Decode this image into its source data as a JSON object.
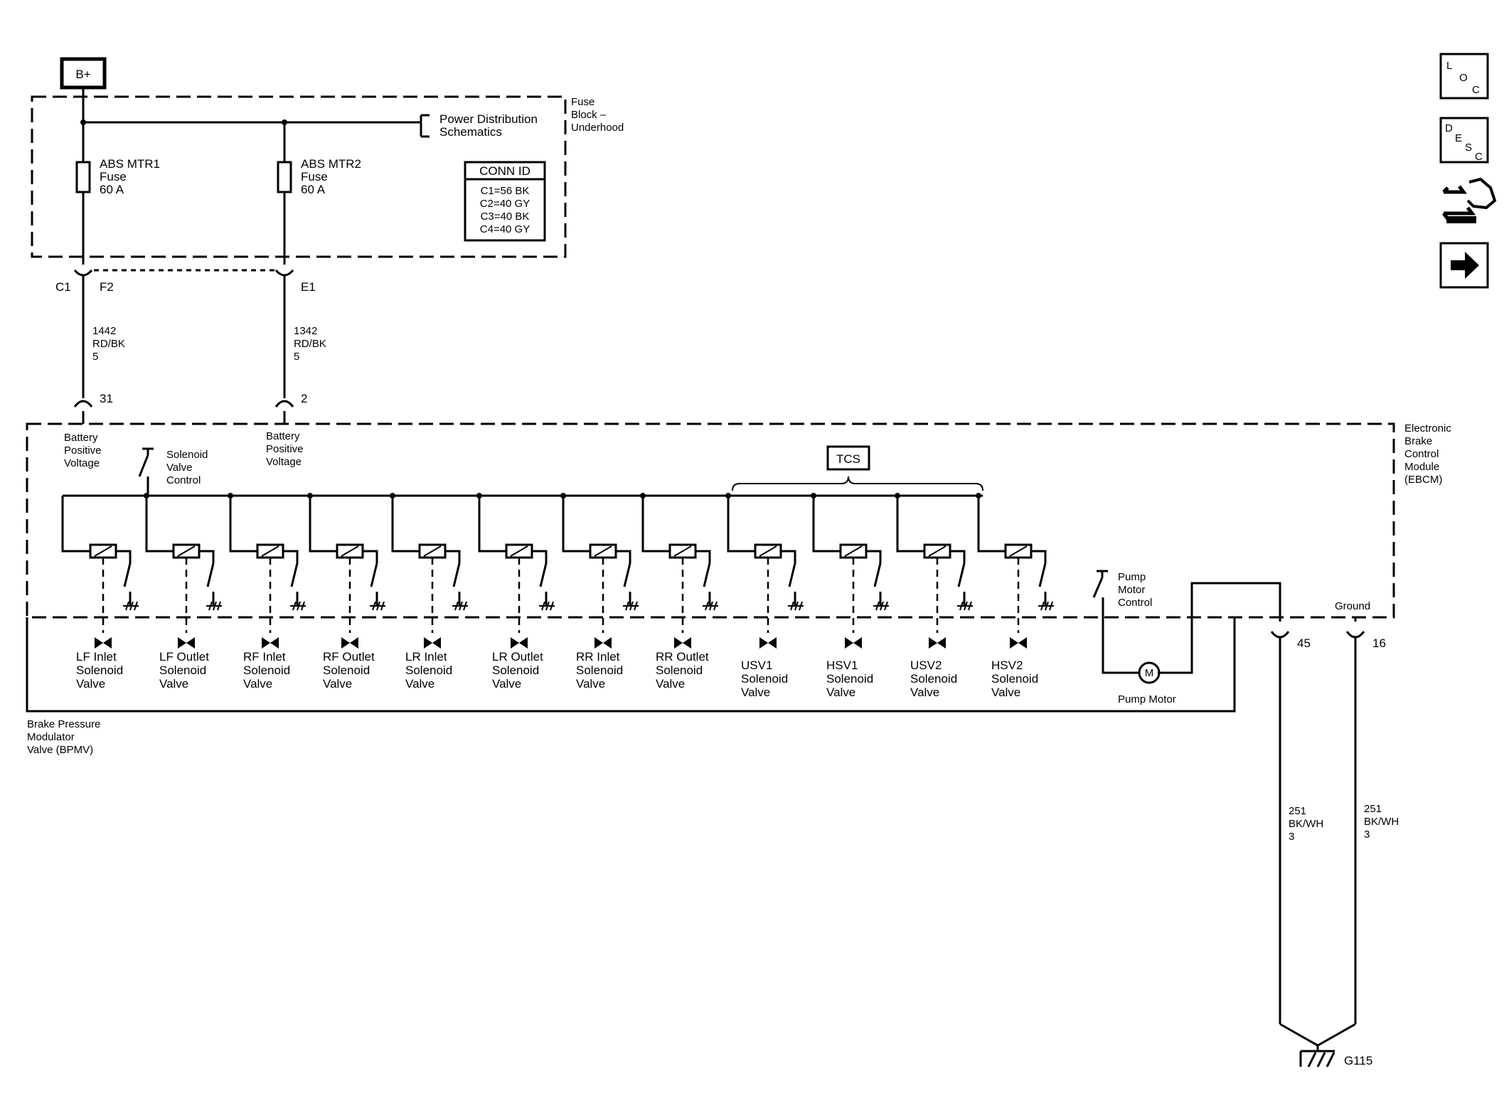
{
  "battery": {
    "label": "B+"
  },
  "fuse_block": {
    "label_lines": [
      "Fuse",
      "Block –",
      "Underhood"
    ],
    "reference_lines": [
      "Power Distribution",
      "Schematics"
    ],
    "fuses": [
      {
        "lines": [
          "ABS MTR1",
          "Fuse",
          "60 A"
        ]
      },
      {
        "lines": [
          "ABS MTR2",
          "Fuse",
          "60 A"
        ]
      }
    ],
    "conn_id": {
      "title": "CONN ID",
      "rows": [
        "C1=56 BK",
        "C2=40 GY",
        "C3=40 BK",
        "C4=40 GY"
      ]
    },
    "connectors": {
      "c1": "C1",
      "f2": "F2",
      "e1": "E1"
    }
  },
  "wires": {
    "w1": [
      "1442",
      "RD/BK",
      "5"
    ],
    "w2": [
      "1342",
      "RD/BK",
      "5"
    ],
    "w3": [
      "251",
      "BK/WH",
      "3"
    ],
    "w4": [
      "251",
      "BK/WH",
      "3"
    ]
  },
  "ebcm": {
    "label_lines": [
      "Electronic",
      "Brake",
      "Control",
      "Module",
      "(EBCM)"
    ],
    "pin_31": "31",
    "pin_2": "2",
    "pin_45": "45",
    "pin_16": "16",
    "batt1_lines": [
      "Battery",
      "Positive",
      "Voltage"
    ],
    "batt2_lines": [
      "Battery",
      "Positive",
      "Voltage"
    ],
    "solenoid_control_lines": [
      "Solenoid",
      "Valve",
      "Control"
    ],
    "tcs": "TCS",
    "pump_control_lines": [
      "Pump",
      "Motor",
      "Control"
    ],
    "ground": "Ground"
  },
  "bpmv": {
    "label_lines": [
      "Brake Pressure",
      "Modulator",
      "Valve (BPMV)"
    ],
    "valves": [
      {
        "lines": [
          "LF Inlet",
          "Solenoid",
          "Valve"
        ]
      },
      {
        "lines": [
          "LF Outlet",
          "Solenoid",
          "Valve"
        ]
      },
      {
        "lines": [
          "RF Inlet",
          "Solenoid",
          "Valve"
        ]
      },
      {
        "lines": [
          "RF Outlet",
          "Solenoid",
          "Valve"
        ]
      },
      {
        "lines": [
          "LR Inlet",
          "Solenoid",
          "Valve"
        ]
      },
      {
        "lines": [
          "LR Outlet",
          "Solenoid",
          "Valve"
        ]
      },
      {
        "lines": [
          "RR Inlet",
          "Solenoid",
          "Valve"
        ]
      },
      {
        "lines": [
          "RR Outlet",
          "Solenoid",
          "Valve"
        ]
      },
      {
        "lines": [
          "USV1",
          "Solenoid",
          "Valve"
        ]
      },
      {
        "lines": [
          "HSV1",
          "Solenoid",
          "Valve"
        ]
      },
      {
        "lines": [
          "USV2",
          "Solenoid",
          "Valve"
        ]
      },
      {
        "lines": [
          "HSV2",
          "Solenoid",
          "Valve"
        ]
      }
    ],
    "pump_motor": "Pump Motor",
    "motor_symbol": "M"
  },
  "ground_point": "G115",
  "nav": {
    "loc": [
      "L",
      "O",
      "C"
    ],
    "desc": [
      "D",
      "E",
      "S",
      "C"
    ],
    "icons": [
      "location-icon",
      "description-icon",
      "wrench-hand-icon",
      "right-arrow-icon"
    ]
  }
}
